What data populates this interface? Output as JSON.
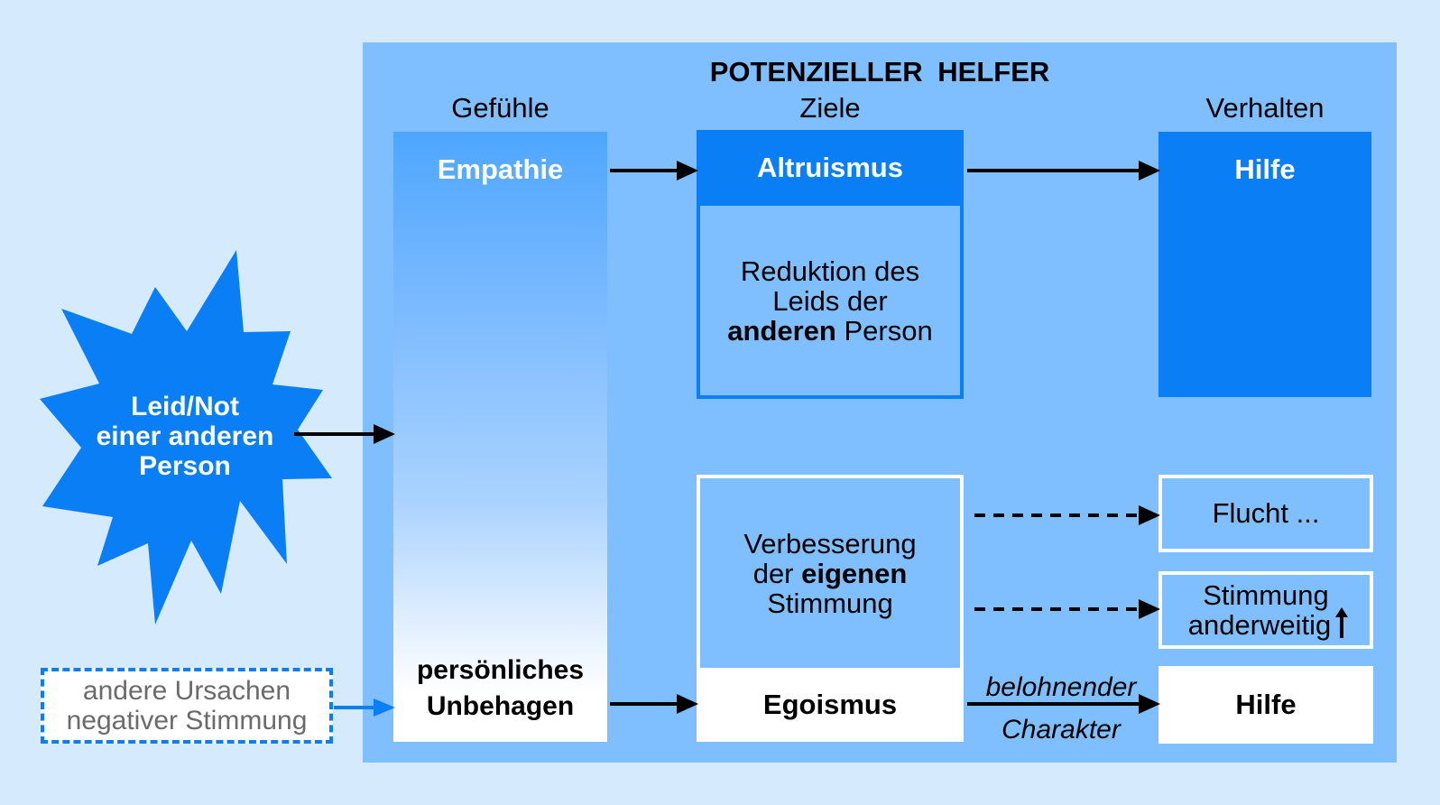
{
  "title": "POTENZIELLER  HELFER",
  "columns": {
    "feelings": "Gefühle",
    "goals": "Ziele",
    "behavior": "Verhalten"
  },
  "feelings": {
    "empathy": "Empathie",
    "distress_line1": "persönliches",
    "distress_line2": "Unbehagen"
  },
  "goals": {
    "altruism": "Altruismus",
    "altruism_goal_1": "Reduktion des",
    "altruism_goal_2": "Leids der",
    "altruism_goal_3_bold": "anderen",
    "altruism_goal_3_rest": " Person",
    "mood_goal_1": "Verbesserung",
    "mood_goal_2_pre": "der ",
    "mood_goal_2_bold": "eigenen",
    "mood_goal_3": "Stimmung",
    "egoism": "Egoismus"
  },
  "behavior": {
    "help_top": "Hilfe",
    "flight": "Flucht ...",
    "mood_other_1": "Stimmung",
    "mood_other_2": "anderweitig",
    "help_bottom": "Hilfe"
  },
  "reward": {
    "line1": "belohnender",
    "line2": "Charakter"
  },
  "source": {
    "line1": "Leid/Not",
    "line2": "einer anderen",
    "line3": "Person"
  },
  "other": {
    "line1": "andere Ursachen",
    "line2": "negativer Stimmung"
  },
  "colors": {
    "panel": "#80bfff",
    "background": "#d6eafe",
    "accent": "#0a7ff5"
  }
}
